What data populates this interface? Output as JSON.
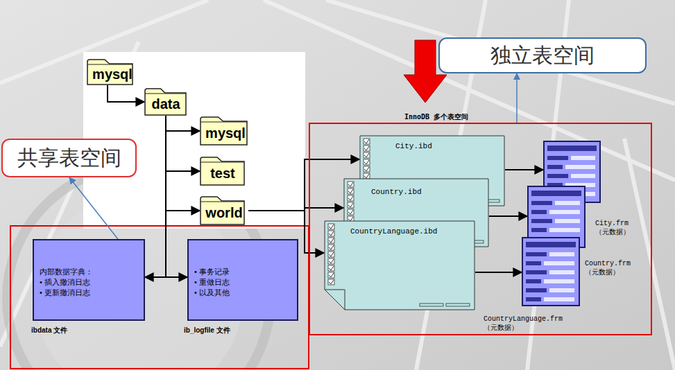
{
  "diagram": {
    "nodes": [
      {
        "text": [
          "mysql"
        ]
      },
      {
        "text": [
          "data"
        ]
      },
      {
        "text": [
          "mysql"
        ]
      },
      {
        "text": [
          "test"
        ]
      },
      {
        "text": [
          "world"
        ]
      },
      {
        "text": [
          "共享表空间"
        ]
      },
      {
        "text": [
          "内部数据字典：",
          "• 插入撤消日志",
          "• 更新撤消日志"
        ]
      },
      {
        "text": [
          "• 事务记录",
          "• 重做日志",
          "• 以及其他"
        ]
      },
      {
        "text": [
          "独立表空间"
        ]
      },
      {
        "text": [
          "InnoDB 多个表空间"
        ]
      },
      {
        "text": [
          "City.ibd"
        ],
        "in": 9
      },
      {
        "text": [
          "Country.ibd"
        ],
        "in": 9
      },
      {
        "text": [
          "CountryLanguage.ibd"
        ],
        "in": 9
      },
      {
        "text": [
          "City.frm （元数据）"
        ],
        "in": 9
      },
      {
        "text": [
          "Country.frm （元数据）"
        ],
        "in": 9
      },
      {
        "text": [
          "CountryLanguage.frm （元数据）"
        ],
        "in": 9
      }
    ],
    "edges": [
      {
        "from": 0,
        "to": 1,
        "arrow": "to"
      },
      {
        "from": 1,
        "to": 2,
        "arrow": "to"
      },
      {
        "from": 1,
        "to": 3,
        "arrow": "to"
      },
      {
        "from": 1,
        "to": 4,
        "arrow": "to"
      },
      {
        "from": 1,
        "to": 6,
        "arrow": "to"
      },
      {
        "from": 1,
        "to": 7,
        "arrow": "to"
      },
      {
        "from": 4,
        "to": 10,
        "arrow": "to"
      },
      {
        "from": 4,
        "to": 11,
        "arrow": "to"
      },
      {
        "from": 4,
        "to": 12,
        "arrow": "to"
      },
      {
        "from": 10,
        "to": 13,
        "arrow": "to"
      },
      {
        "from": 11,
        "to": 14,
        "arrow": "to"
      },
      {
        "from": 12,
        "to": 15,
        "arrow": "to"
      },
      {
        "from": 6,
        "to": 5,
        "arrow": "to"
      },
      {
        "from": 9,
        "to": 8,
        "arrow": "to"
      }
    ],
    "labels": [
      "ibdata 文件",
      "ib_logfile 文件"
    ]
  }
}
